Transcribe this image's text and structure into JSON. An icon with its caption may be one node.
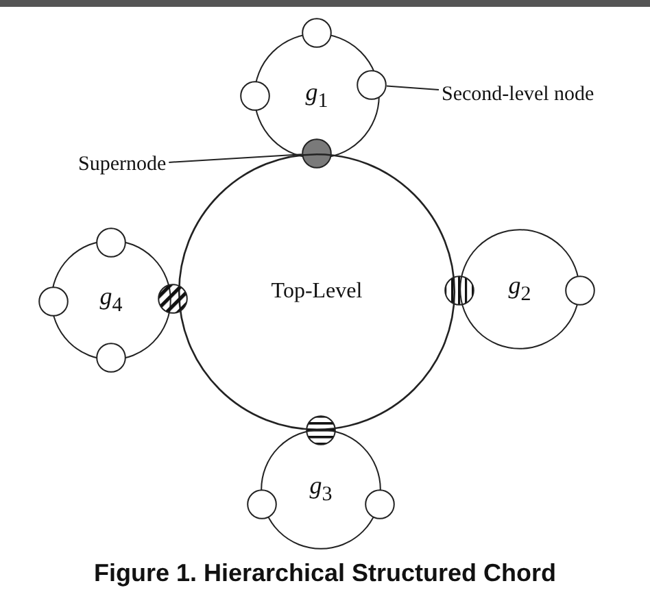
{
  "diagram": {
    "caption": "Figure 1. Hierarchical Structured Chord",
    "nodes": [
      {
        "text": [
          "*g*$_{1}$"
        ]
      },
      {
        "text": [],
        "shape": "circle"
      },
      {
        "text": [],
        "shape": "circle"
      },
      {
        "text": [],
        "shape": "circle"
      },
      {
        "text": [
          "Second-level node"
        ]
      },
      {
        "text": [
          "Supernode"
        ]
      },
      {
        "text": [],
        "shape": "circle"
      },
      {
        "text": [
          "Top-Level"
        ]
      },
      {
        "text": [
          "*g*$_{4}$"
        ]
      },
      {
        "text": [],
        "shape": "circle"
      },
      {
        "text": [],
        "shape": "circle"
      },
      {
        "text": [],
        "shape": "circle"
      },
      {
        "text": [],
        "shape": "circle"
      },
      {
        "text": [],
        "shape": "circle"
      },
      {
        "text": [
          "*g*$_{2}$"
        ]
      },
      {
        "text": [],
        "shape": "circle"
      },
      {
        "text": [],
        "shape": "circle"
      },
      {
        "text": [
          "*g*$_{3}$"
        ]
      },
      {
        "text": [],
        "shape": "circle"
      },
      {
        "text": [],
        "shape": "circle"
      }
    ],
    "edges": [
      {
        "from": 4,
        "to": 3,
        "arrow": "none"
      },
      {
        "from": 5,
        "to": 6,
        "arrow": "none"
      }
    ]
  }
}
